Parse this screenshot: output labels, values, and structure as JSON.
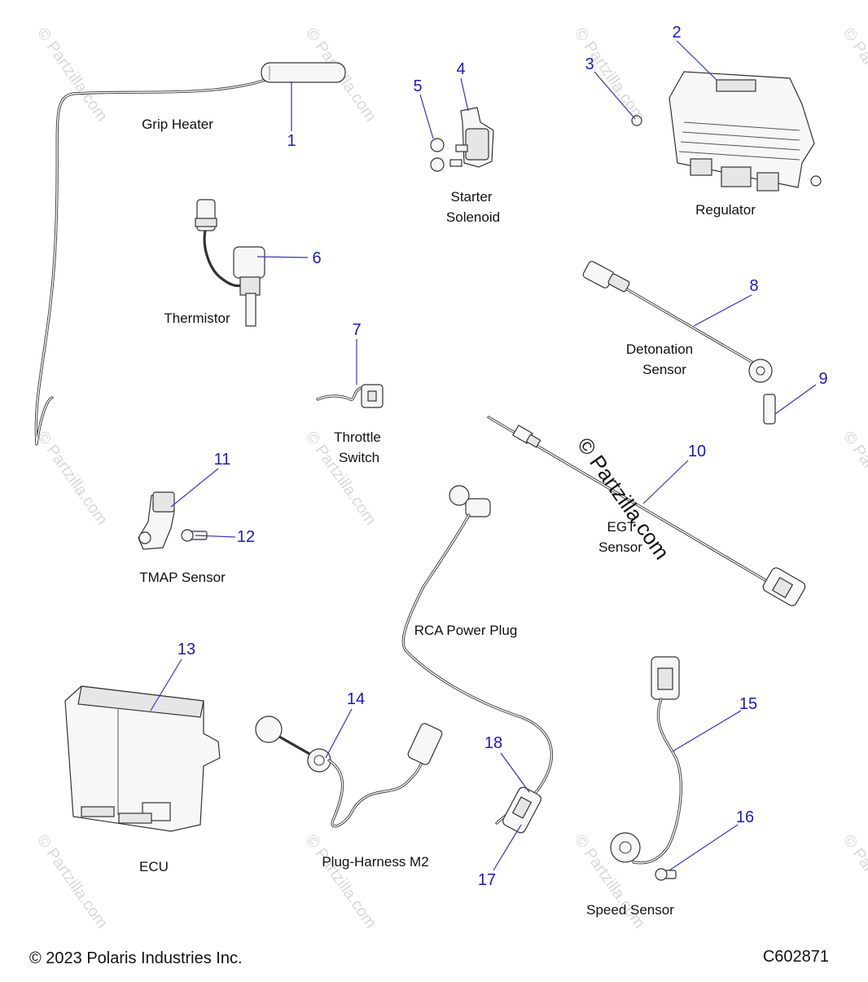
{
  "watermark": "© Partzilla.com",
  "footer": {
    "copyright": "© 2023 Polaris Industries Inc.",
    "diagram_code": "C602871"
  },
  "labels": {
    "grip_heater": "Grip Heater",
    "starter_solenoid_line1": "Starter",
    "starter_solenoid_line2": "Solenoid",
    "regulator": "Regulator",
    "thermistor": "Thermistor",
    "detonation_sensor_line1": "Detonation",
    "detonation_sensor_line2": "Sensor",
    "throttle_switch_line1": "Throttle",
    "throttle_switch_line2": "Switch",
    "egt_sensor_line1": "EGT",
    "egt_sensor_line2": "Sensor",
    "tmap_sensor": "TMAP Sensor",
    "rca_power_plug": "RCA Power Plug",
    "ecu": "ECU",
    "plug_harness_m2": "Plug-Harness M2",
    "speed_sensor": "Speed Sensor"
  },
  "callouts": {
    "n1": "1",
    "n2": "2",
    "n3": "3",
    "n4": "4",
    "n5": "5",
    "n6": "6",
    "n7": "7",
    "n8": "8",
    "n9": "9",
    "n10": "10",
    "n11": "11",
    "n12": "12",
    "n13": "13",
    "n14": "14",
    "n15": "15",
    "n16": "16",
    "n17": "17",
    "n18": "18"
  },
  "colors": {
    "callout": "#1a1acc",
    "leader": "#3333cc",
    "line_art": "#333333",
    "watermark": "#d9d9d9"
  }
}
